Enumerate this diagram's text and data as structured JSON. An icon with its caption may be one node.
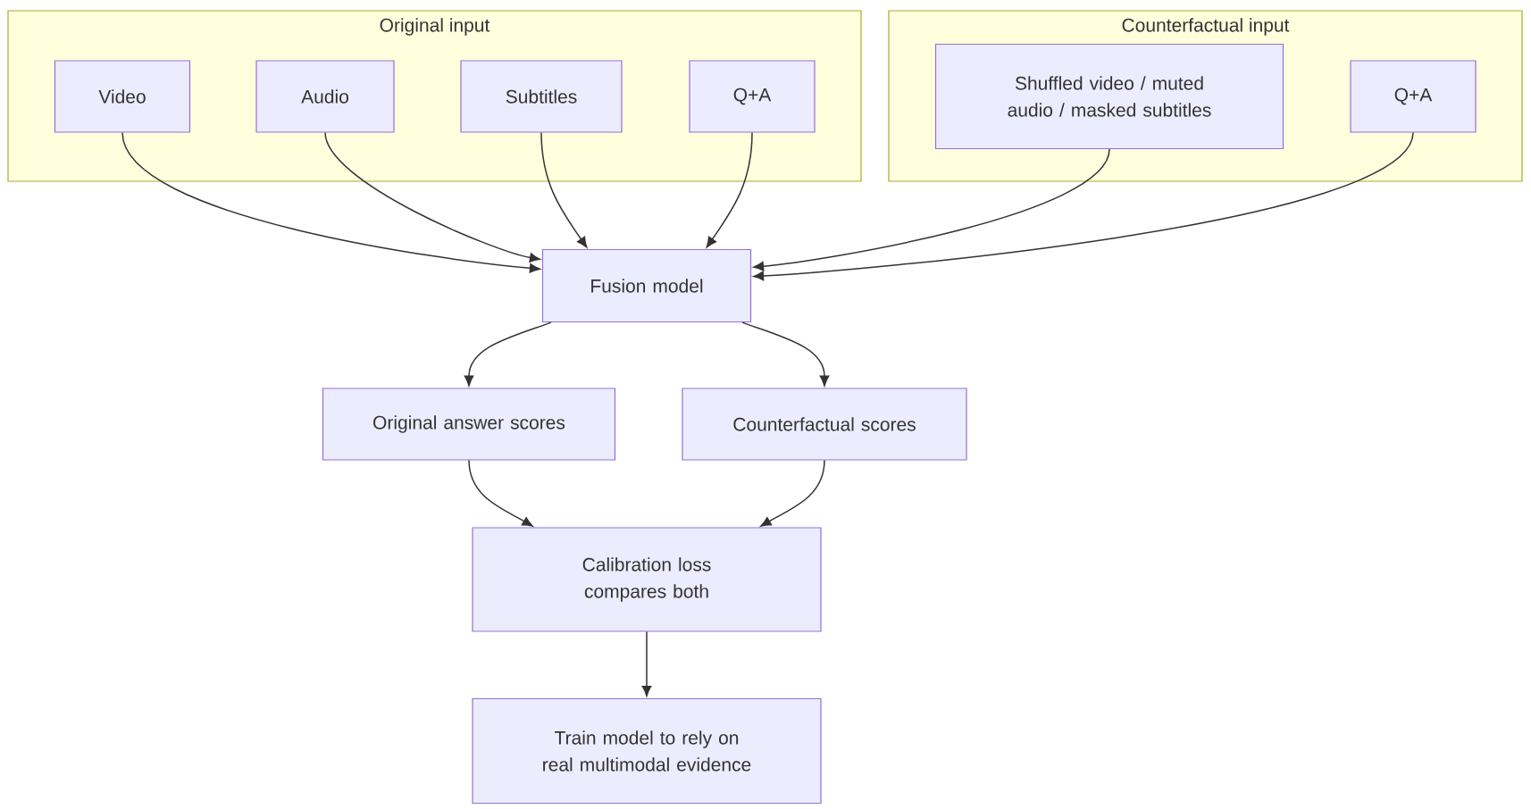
{
  "diagram": {
    "nodes": [
      {
        "text": [
          "Original input"
        ]
      },
      {
        "text": [
          "Video"
        ],
        "in": 0
      },
      {
        "text": [
          "Audio"
        ],
        "in": 0
      },
      {
        "text": [
          "Subtitles"
        ],
        "in": 0
      },
      {
        "text": [
          "Q+A"
        ],
        "in": 0
      },
      {
        "text": [
          "Counterfactual input"
        ]
      },
      {
        "text": [
          "Shuffled video / muted audio / masked subtitles"
        ],
        "in": 5
      },
      {
        "text": [
          "Q+A"
        ],
        "in": 5
      },
      {
        "text": [
          "Fusion model"
        ]
      },
      {
        "text": [
          "Original answer scores"
        ]
      },
      {
        "text": [
          "Counterfactual scores"
        ]
      },
      {
        "text": [
          "Calibration loss compares both"
        ]
      },
      {
        "text": [
          "Train model to rely on real multimodal evidence"
        ]
      }
    ],
    "edges": [
      {
        "from": 1,
        "to": 8,
        "arrow": "to"
      },
      {
        "from": 2,
        "to": 8,
        "arrow": "to"
      },
      {
        "from": 3,
        "to": 8,
        "arrow": "to"
      },
      {
        "from": 4,
        "to": 8,
        "arrow": "to"
      },
      {
        "from": 6,
        "to": 8,
        "arrow": "to"
      },
      {
        "from": 7,
        "to": 8,
        "arrow": "to"
      },
      {
        "from": 8,
        "to": 9,
        "arrow": "to"
      },
      {
        "from": 8,
        "to": 10,
        "arrow": "to"
      },
      {
        "from": 9,
        "to": 11,
        "arrow": "to"
      },
      {
        "from": 10,
        "to": 11,
        "arrow": "to"
      },
      {
        "from": 11,
        "to": 12,
        "arrow": "to"
      }
    ]
  }
}
